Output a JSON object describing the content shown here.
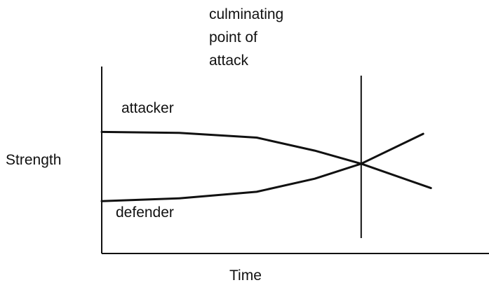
{
  "chart_data": {
    "type": "line",
    "title": "",
    "xlabel": "Time",
    "ylabel": "Strength",
    "grid": false,
    "xlim": [
      0,
      100
    ],
    "ylim": [
      0,
      100
    ],
    "series": [
      {
        "name": "attacker",
        "x": [
          0,
          20,
          40,
          55,
          67,
          85
        ],
        "y": [
          65,
          64.5,
          62,
          55,
          48,
          35
        ]
      },
      {
        "name": "defender",
        "x": [
          0,
          20,
          40,
          55,
          67,
          83
        ],
        "y": [
          28,
          29.5,
          33,
          40,
          48,
          64
        ]
      }
    ],
    "annotations": [
      {
        "type": "vertical-line",
        "x": 67,
        "label_lines": [
          "culminating",
          "point of",
          "attack"
        ]
      }
    ]
  }
}
